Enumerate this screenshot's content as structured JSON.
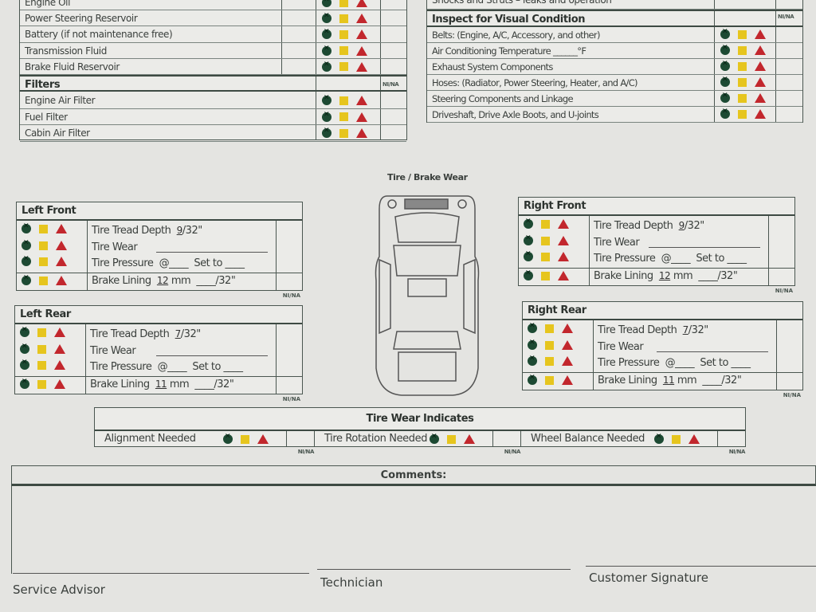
{
  "fluids": {
    "rows": [
      "Engine Oil",
      "Power Steering Reservoir",
      "Battery (if not maintenance free)",
      "Transmission Fluid",
      "Brake Fluid Reservoir"
    ],
    "filters_header": "Filters",
    "filters_nna": "NI/NA",
    "filters": [
      "Engine Air Filter",
      "Fuel Filter",
      "Cabin Air Filter"
    ]
  },
  "visual": {
    "top_row": "Shocks and Struts – leaks and operation",
    "header": "Inspect for Visual Condition",
    "nna": "NI/NA",
    "rows": [
      "Belts: (Engine, A/C, Accessory, and other)",
      "Air Conditioning Temperature ______°F",
      "Exhaust System Components",
      "Hoses: (Radiator, Power Steering, Heater, and A/C)",
      "Steering Components and Linkage",
      "Driveshaft, Drive Axle Boots, and U-joints"
    ]
  },
  "tire_brake_title": "Tire / Brake Wear",
  "wheels": [
    {
      "title": "Left Front",
      "tread_label": "Tire Tread Depth",
      "tread": "9",
      "tread_unit": "/32\"",
      "wear_label": "Tire Wear",
      "pressure_label": "Tire Pressure  @____  Set to ____",
      "brake_label": "Brake Lining",
      "brake": "12",
      "brake_unit": "mm  ____/32\"",
      "nna": "NI/NA"
    },
    {
      "title": "Left Rear",
      "tread_label": "Tire Tread Depth",
      "tread": "7",
      "tread_unit": "/32\"",
      "wear_label": "Tire Wear",
      "pressure_label": "Tire Pressure  @____  Set to ____",
      "brake_label": "Brake Lining",
      "brake": "11",
      "brake_unit": "mm  ____/32\"",
      "nna": "NI/NA"
    },
    {
      "title": "Right Front",
      "tread_label": "Tire Tread Depth",
      "tread": "9",
      "tread_unit": "/32\"",
      "wear_label": "Tire Wear",
      "pressure_label": "Tire Pressure  @____  Set to ____",
      "brake_label": "Brake Lining",
      "brake": "12",
      "brake_unit": "mm  ____/32\"",
      "nna": "NI/NA"
    },
    {
      "title": "Right Rear",
      "tread_label": "Tire Tread Depth",
      "tread": "7",
      "tread_unit": "/32\"",
      "wear_label": "Tire Wear",
      "pressure_label": "Tire Pressure  @____  Set to ____",
      "brake_label": "Brake Lining",
      "brake": "11",
      "brake_unit": "mm  ____/32\"",
      "nna": "NI/NA"
    }
  ],
  "tire_wear": {
    "header": "Tire Wear Indicates",
    "items": [
      "Alignment Needed",
      "Tire Rotation Needed",
      "Wheel Balance Needed"
    ],
    "nna": "NI/NA"
  },
  "comments": {
    "header": "Comments:"
  },
  "signatures": [
    "Service Advisor",
    "Technician",
    "Customer Signature"
  ],
  "colors": {
    "ok": "#1d4a33",
    "warn": "#e6c51e",
    "bad": "#c2272d"
  }
}
